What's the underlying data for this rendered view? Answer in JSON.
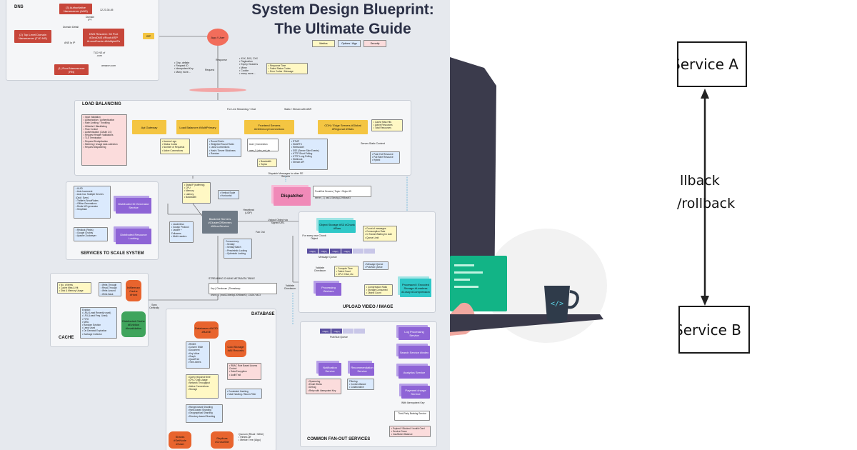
{
  "blueprint": {
    "title_line1": "System Design Blueprint:",
    "title_line2": "The Ultimate Guide",
    "legend": [
      "Metrics",
      "Options / Algo",
      "Security"
    ],
    "dns": {
      "title": "DNS",
      "auth_ns": "(3) Authoritative Nameserver (ANS)",
      "tld_ns": "(2) Top Level Domain Nameserver (TLD NS)",
      "resolver": "DNS Resolver: 53 Port #GeoDNS #Root #ISP #LocalCache #MultipleIPs",
      "root_ns": "(1) Root Nameserver (RN)",
      "isp": "ISP",
      "ip": "12.23.34.45",
      "domain_ip": "Domain IP?",
      "domain_detail": "Domain Detail",
      "ans_ip": "ANS Ip IP",
      "tld_ns_label": "TLD NS of .com",
      "amazon": "amazon.com"
    },
    "client": {
      "app_user": "App / User",
      "request": "Request",
      "response": "Response",
      "req_notes": "• Grip, deflate\n• Request ID\n• Idempotent Key\n• Many more...",
      "res_notes": "• 4XX, 5XX, 2XX\n• Pagination\n• Expiry Headers\n• Mime\n• Cookie\n• many more...",
      "metrics": "• Response Time\n• Failed Status Codes\n• Error Codes / Message"
    },
    "load_balancing": {
      "title": "LOAD BALANCING",
      "live": "For Live Streaming / Chat",
      "static": "Static / Stream with ABR",
      "api_gateway": "Api Gateway",
      "load_balancer": "Load Balancer #MultiPrimary",
      "frontend": "Frontend Servers #InMemoryConnections",
      "cdn": "CDN / Edge Servers #Global #Regional #Stats",
      "gateway_notes": "• Input Validation\n• Authorization / Authentication\n• Rate Limiting / Throttling\n• Whitelist / Blacklisting\n• Flow Control\n• Authentication (OAuth 2.0)\n• Request Header Validations\n• TLS Termination\n• Request Deduplication\n• Metering / Usage data collection\n• Request Dispatching",
      "gw_metrics": "• Access Logs\n• Status Codes\n• Number of Requests\n• Active Connections",
      "lb_algos": "• Round Robin\n• Weighted Round Robin\n• Least Connections\n• Hash / Server Stickiness\n• Random",
      "conn_headers": [
        "User",
        "Connection"
      ],
      "conn_row": [
        "user_1",
        "abc_md_ab"
      ],
      "bandwidth": "• Bandwidth\n• Topics",
      "protocols": "• RTMP\n• WebRTC\n• Websocket\n• SSE (Server Side Events)\n• HTTP Short Polling\n• HTTP Long Polling\n• Webhook\n• Stream API",
      "cdn_metrics": "• Cache Miss Hits\n• Active Resources\n• Total Resources",
      "serves": "Serves Static Content",
      "cdn_algos": "• Push Hot Resource\n• Pull Rare Resource\n• Hybrid",
      "dispatch": "Dispatch Messages to other FE Servers",
      "dispatcher": "Dispatcher",
      "fe_table_headers": [
        "FrontEnd Servers",
        "Topic / Object ID"
      ],
      "fe_table_row": [
        "server_1",
        "asd123dsf4g12098asdf3"
      ]
    },
    "scale": {
      "title": "SERVICES TO SCALE SYSTEM",
      "uuid_notes": "• UUID\n• Auto Increment\n• Auto Incr. Multiple Servers (Odd / Even)\n• Twitter's SnowFlakes\n• Offline Generations\n• Redis UID generator\n• Simpflake",
      "id_gen": "Distributed ID Generator Service",
      "lock_notes": "• Redlock (Redis)\n• Google Chubby\n• Apache Zookeeper",
      "lock": "Distributed Resource Locking",
      "stats_notes": "• Stats/IP (buffering)\n• CPU\n• Memory\n• Latency\n• Bandwidth",
      "vertical": "• Vertical Scale\n• Horizontal",
      "backend": "Backend Servers #ClusterOfServers #MicroService",
      "heartbeat": "Heartbeat (UDP)",
      "leader": "• Leaderless\n• Gossip Protocol\n• Leader + Followers\n• Multi-Leaders",
      "concurrency": "Concurrency:\n• Serially\n• Serially Batch\n• Pessimistic Locking\n• Optimistic Locking",
      "upload": "Upload Object via Signed URL",
      "fan_out": "Fan Out"
    },
    "upload": {
      "title": "UPLOAD VIDEO / IMAGE",
      "object_storage": "Object Storage #S3 #Chunk #Raw",
      "obj_metrics": "• Count of messages\n• Consumption Rate\n• In Transit Waiting for Ackl\n• Queue Limit",
      "per_chunk": "For every new Chunk Object",
      "queue_label": "Message Queue",
      "queue": [
        "Obj[0]",
        "Obj[1]",
        "Obj[2]",
        "Obj[3]",
        "...",
        "..."
      ],
      "validate": "Validate Checksum",
      "compute": "• Compute Time\n• Failed Count\n• CPU / Disk, etc",
      "mq_types": "• Message Queue\n• Pub/Sub Queue",
      "processing": "Processing Workers",
      "comp_notes": "• Compression Ratio\n• Storage Consumed\n• Object Count",
      "processed": "Processed / Encoded Storage #Lossless #Lossy #Compression",
      "validate2": "Validate Checksum"
    },
    "cache": {
      "title": "CACHE",
      "metrics": "• No. of items\n• Cache Miss & Hit\n• Disk & Memory Usage",
      "inmem": "InMemory Cache #Host",
      "writes": "• Write-Through\n• Read-Through\n• Write-Around\n• Write-Back",
      "sync": "Sync Centrally",
      "eviction": "Eviction:\n• LRU (Least Recently used)\n• LFU (Least Freq. Used)\n• FIFO\n• MRU\n• Random Eviction\n• Least Used\n• On Demand Expiration\n• Garbage Collector",
      "dist": "Distributed Cache #Eviction #Invalidation"
    },
    "database": {
      "title": "DATABASE",
      "meta_title": "STREAMING CHUNK METADATA TABLE",
      "meta_headers": [
        "Key",
        "Checksum",
        "Timestamp"
      ],
      "meta_row": [
        "chunk_1",
        "asd123dsf4g12098asdf3",
        "1332674423"
      ],
      "primary": "Databases #ACID #BASE",
      "types": "• RDMS\n• Column Wide\n• Document\n• Key Value\n• Graph\n• QuadTree\n• Time-series",
      "cold": "Cold Storage #All Records",
      "metrics": "• Query response time\n• CPU / Disk Usage\n• Network Throughput\n• Active Connections\n• Storage",
      "security": "• RBAC Role Based Access Control\n• Data Encryption\n• Audit Trail",
      "hashing": "• Consistent Hashing\n• Mod Hashing / Bloom Filter",
      "sharding": "• Range-based Sharding\n• Hash-based Sharding\n• Geographical Sharding\n• Directory-based Sharding",
      "shards": "Shards #SetNode #Hash",
      "replicas": "Replicas #CrossSite",
      "quorum": "Quorum (Read / Write)\n• Hinted-off\n• Merkle Tree (Algo)"
    },
    "fanout": {
      "title": "COMMON FAN-OUT SERVICES",
      "queue_label": "Pub/Sub Queue",
      "queue": [
        "Obj[0]",
        "Obj[1]",
        "...",
        "..."
      ],
      "notification": "Notification Service",
      "recommendation": "Recommendation Service",
      "notif_notes": "• Spamming\n• Email Works\n• Debug\n• Retry with Idempotent Key",
      "reco_notes": "Filtering:\n• Content-Based\n• Collaborative",
      "log": "Log Processing Service",
      "search": "Search Service #Index",
      "analytics": "Analytics Service",
      "payment": "Payment charge Service",
      "idem": "With Idempotent Key",
      "third_party": "Third-Party Banking Service",
      "expired": "• Expired / Blocked / Invalid Card\n• Service Down\n• Insufficient Balance"
    }
  },
  "illustration": {
    "service_a": "Service A",
    "service_b": "Service B",
    "label_rollback": "llback",
    "label_vrollback": "/rollback",
    "monitor_icon": "</>"
  },
  "colors": {
    "red_box": "#c7463a",
    "yellow_box": "#f4c542",
    "purple_box": "#7c55c7",
    "teal_box": "#2fc8c8",
    "pink_box": "#f08ab8",
    "title": "#2a2f45",
    "laptop": "#3a3a4a",
    "screen": "#14b88a"
  }
}
